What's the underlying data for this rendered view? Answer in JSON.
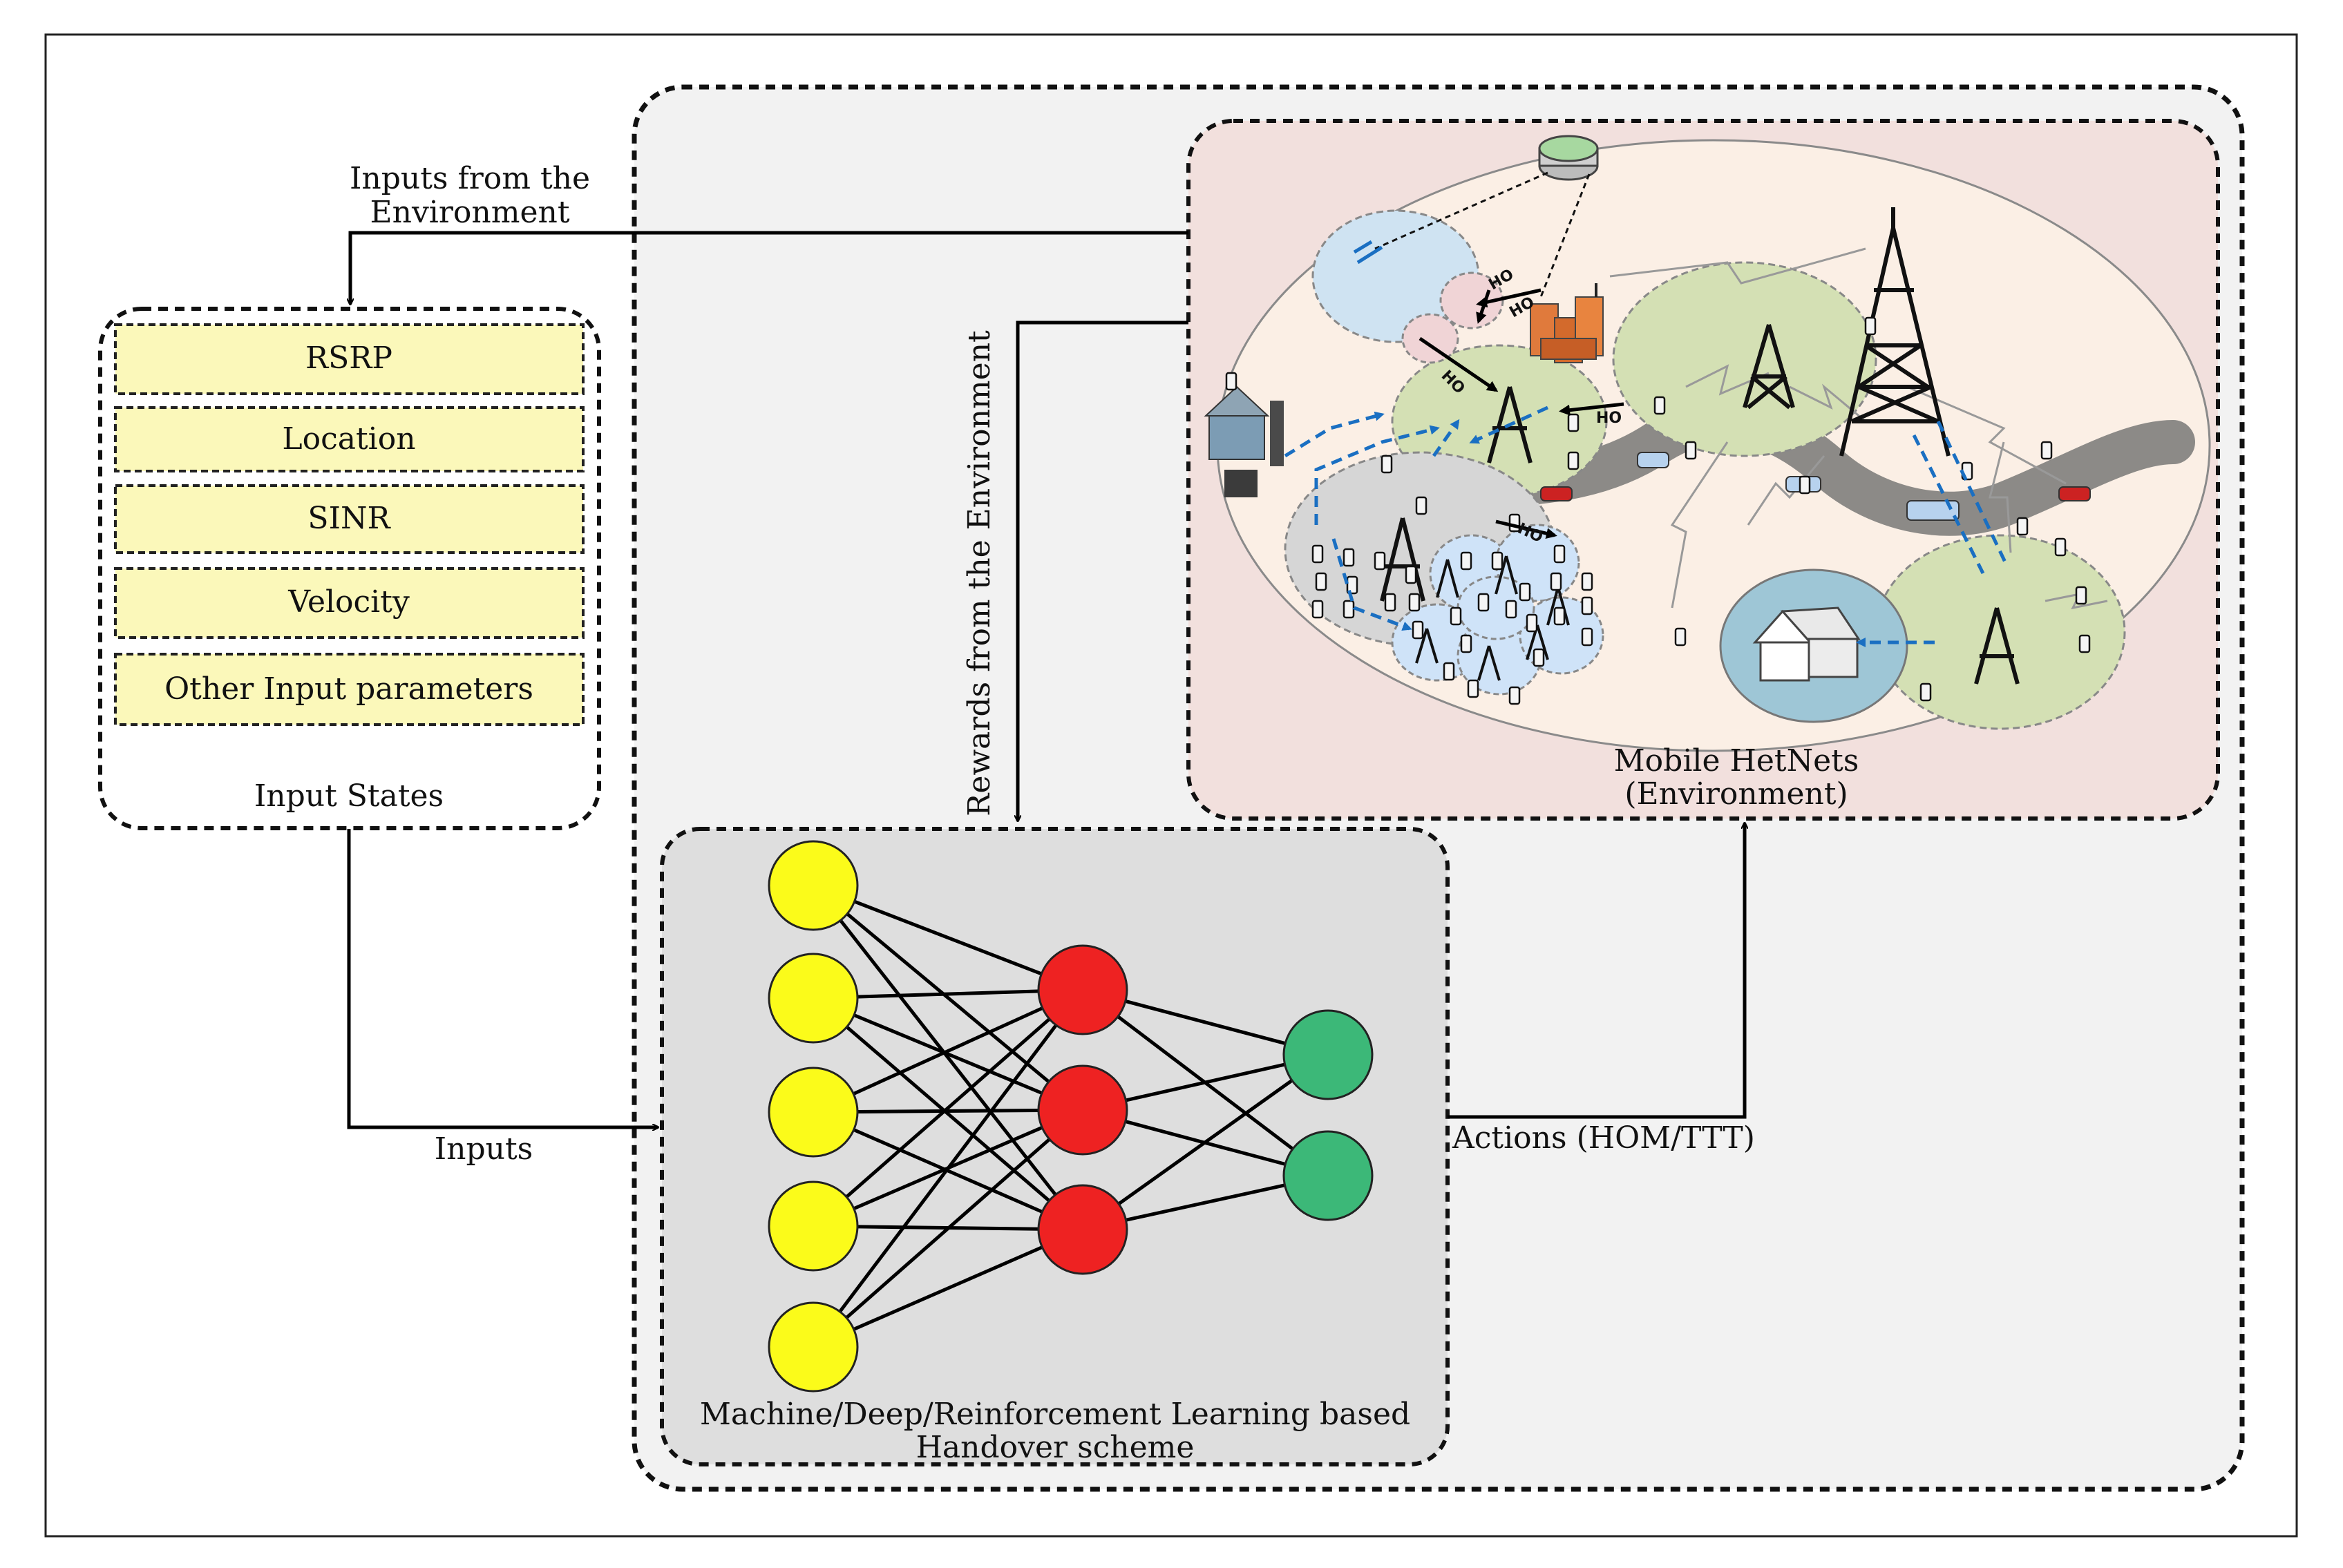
{
  "input_states": {
    "items": [
      "RSRP",
      "Location",
      "SINR",
      "Velocity",
      "Other Input parameters"
    ],
    "title": "Input States"
  },
  "labels": {
    "inputs_from_env_line1": "Inputs from the",
    "inputs_from_env_line2": "Environment",
    "rewards": "Rewards from the Environment",
    "inputs": "Inputs",
    "actions": "Actions (HOM/TTT)",
    "hetnets_line1": "Mobile HetNets",
    "hetnets_line2": "(Environment)",
    "ml_line1": "Machine/Deep/Reinforcement Learning based",
    "ml_line2": "Handover scheme",
    "ho": "HO"
  },
  "neural_network": {
    "layers": [
      5,
      3,
      2
    ],
    "colors": [
      "#fbfb1a",
      "#ee2222",
      "#3cb878"
    ]
  },
  "colors": {
    "outer_panel": "#f2f2f2",
    "env_panel": "#f2e0dd",
    "ml_panel": "#dedede",
    "input_item": "#fbf8ba",
    "arrow_blue": "#1a6fc2",
    "road": "#8c8a87"
  }
}
